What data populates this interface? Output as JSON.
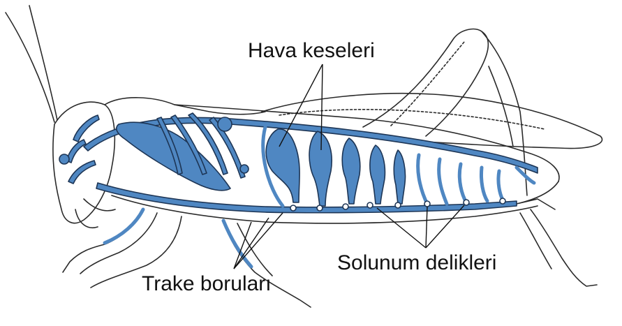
{
  "labels": {
    "air_sacs": "Hava keseleri",
    "tracheae": "Trake boruları",
    "spiracles": "Solunum delikleri"
  },
  "colors": {
    "trachea_blue": "#4f87c2",
    "trachea_outline": "#1d3555",
    "outline": "#2a2a2a",
    "background": "#ffffff"
  }
}
